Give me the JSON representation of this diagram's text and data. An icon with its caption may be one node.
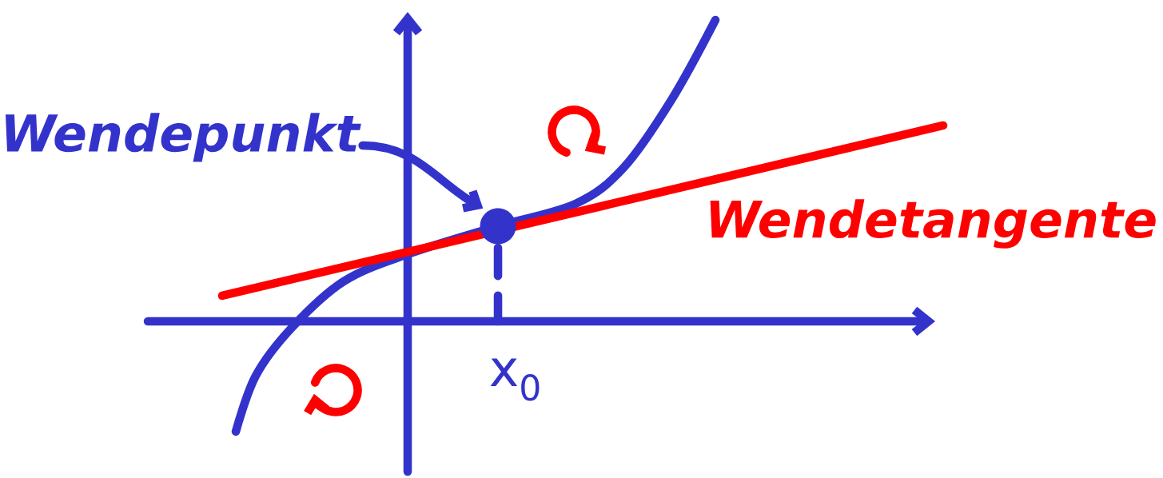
{
  "diagram": {
    "nodes": [
      {
        "text": [
          "Wendepunkt"
        ]
      },
      {
        "text": [],
        "shape": "circle"
      }
    ],
    "edges": [
      {
        "from": 0,
        "to": 1,
        "arrow": "to"
      }
    ],
    "labels": [
      "Wendetangente",
      "x$_{0}$"
    ]
  }
}
